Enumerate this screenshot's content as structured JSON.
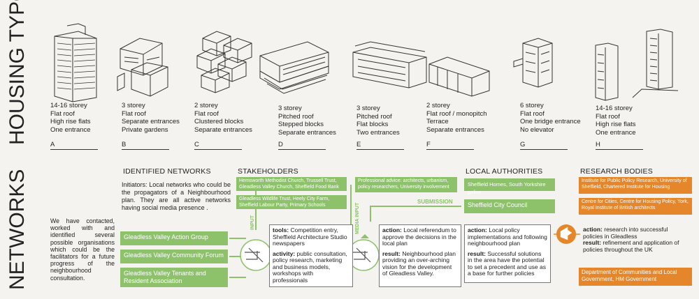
{
  "housing": {
    "title": "HOUSING TYPOLOGIES",
    "types": [
      {
        "letter": "A",
        "lines": [
          "14-16 storey",
          "Flat roof",
          "High rise flats",
          "One entrance"
        ]
      },
      {
        "letter": "B",
        "lines": [
          "3 storey",
          "Flat roof",
          "Separate entrances",
          "Private gardens"
        ]
      },
      {
        "letter": "C",
        "lines": [
          "2 storey",
          "Flat roof",
          "Clustered blocks",
          "Separate entrances"
        ]
      },
      {
        "letter": "D",
        "lines": [
          "3 storey",
          "Pitched roof",
          "Stepped blocks",
          "Separate entrances"
        ]
      },
      {
        "letter": "E",
        "lines": [
          "3 storey",
          "Pitched roof",
          "Flat blocks",
          "Two entrances"
        ]
      },
      {
        "letter": "F",
        "lines": [
          "2 storey",
          "Flat roof / monopitch",
          "Terrace",
          "Separate entrances"
        ]
      },
      {
        "letter": "G",
        "lines": [
          "6 storey",
          "Flat roof",
          "One bridge entrance",
          "No elevator"
        ]
      },
      {
        "letter": "H",
        "lines": [
          "14-16 storey",
          "Flat roof",
          "High rise flats",
          "One entrance"
        ]
      }
    ]
  },
  "networks": {
    "title": "NETWORKS",
    "intro": "We have contacted, worked with and identified several possible organisations which could be the facilitators for a future progress of the neighbourhood consultation.",
    "identified": {
      "heading": "IDENTIFIED NETWORKS",
      "text": "Initiators: Local networks who could be the propagators of a Neighbourhood plan. They are all active networks having social media presence .",
      "groups": [
        "Gleadless Valley Action Group",
        "Gleadless Valley Community Forum",
        "Gleadless Valley Tenants and Resident Association"
      ]
    },
    "stakeholders": {
      "heading": "STAKEHOLDERS",
      "box1": "Hemsworth Methodist Church, Trussell Trust, Gleadless Valley Church, Sheffield Food Bank",
      "box2": "Gleadless Wildlife Trust, Heely City Farm, Sheffield Labour Party, Primary Schools",
      "input_label": "INPUT",
      "tools_label": "tools:",
      "tools_text": "Competition entry, Sheffield Architecture Studio newspapers",
      "activity_label": "activity:",
      "activity_text": "public consultation, policy research, marketing and business models, workshops with professionals"
    },
    "media": {
      "box": "Professional advice: architects, urbanism, policy researchers, University involvement",
      "label": "MEDIA INPUT",
      "submission": "SUBMISSION",
      "action_label": "action:",
      "action_text": "Local referendum to approve the decisions in the local plan",
      "result_label": "result:",
      "result_text": "Neighbourhood plan providing an over-arching vision for the development of Gleadless Valley."
    },
    "local": {
      "heading": "LOCAL AUTHORITIES",
      "box1": "Sheffield Homes, South Yorkshire police",
      "box2": "Sheffield City Council",
      "action_label": "action:",
      "action_text": "Local policy implementations and following neighbourhood plan",
      "result_label": "result:",
      "result_text": "Successful solutions in the area have the potential to set a precedent and use as a base for further policies"
    },
    "research": {
      "heading": "RESEARCH BODIES",
      "box1": "Institute for Public Policy Research, University of Sheffield, Chartered Institute for Housing",
      "box2": "Centre for Cities, Centre for Housing Policy, York, Royal Institute of British architects",
      "action_label": "action:",
      "action_text": "research into successful policies in Gleadless",
      "result_label": "result:",
      "result_text": "refinement and application of policies throughout the UK",
      "box3": "Department of Communities and Local Government, HM Government"
    }
  }
}
